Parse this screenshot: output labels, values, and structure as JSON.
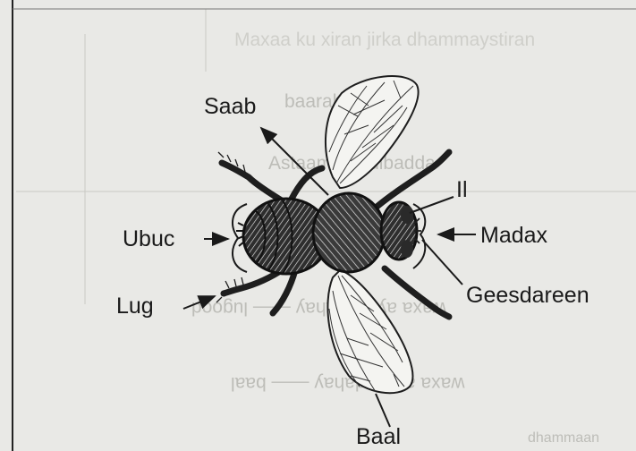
{
  "labels": {
    "saab": "Saab",
    "ubuc": "Ubuc",
    "lug": "Lug",
    "il": "Il",
    "madax": "Madax",
    "geesdareen": "Geesdareen",
    "baal": "Baal"
  },
  "show_through": {
    "line1": "Maxaa ku xiran jirka dhammaystiran",
    "line2": "baaraha",
    "line3": "Astaamaha dibadda",
    "line4": "waxa ay leedahay —— lugood",
    "line5": "waxa ay leedahay —— baal",
    "line6": "dhammaan"
  },
  "colors": {
    "background": "#e9e9e6",
    "ink": "#1a1a1a",
    "show_through": "#bdbdb8"
  }
}
